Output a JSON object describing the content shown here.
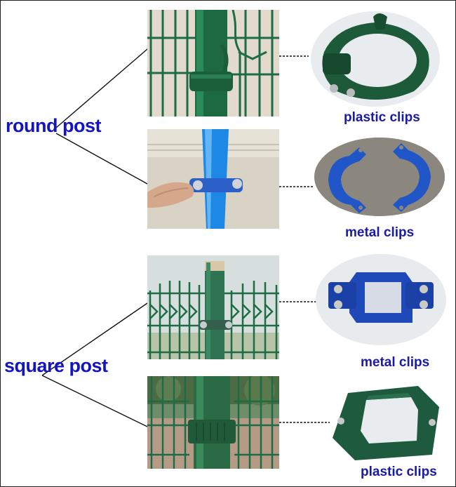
{
  "round_section": {
    "post_label": "round post",
    "clip_top_label": "plastic clips",
    "clip_bottom_label": "metal clips"
  },
  "square_section": {
    "post_label": "square post",
    "clip_top_label": "metal clips",
    "clip_bottom_label": "plastic clips"
  },
  "colors": {
    "label_blue": "#1515c0",
    "fence_green": "#1f6b45",
    "post_blue": "#1e88e5",
    "clip_blue": "#1f49b8"
  }
}
